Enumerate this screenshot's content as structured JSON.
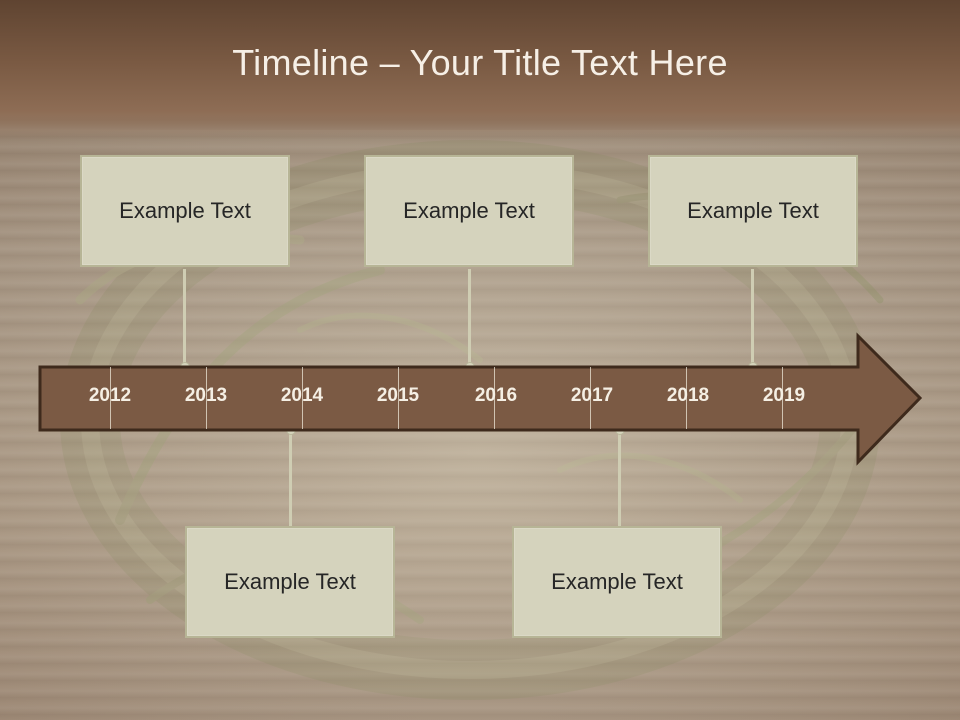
{
  "slide": {
    "title": "Timeline – Your Title Text Here"
  },
  "timeline": {
    "years": [
      "2012",
      "2013",
      "2014",
      "2015",
      "2016",
      "2017",
      "2018",
      "2019"
    ],
    "top_events": [
      {
        "label": "Example Text"
      },
      {
        "label": "Example Text"
      },
      {
        "label": "Example Text"
      }
    ],
    "bottom_events": [
      {
        "label": "Example Text"
      },
      {
        "label": "Example Text"
      }
    ]
  },
  "colors": {
    "header": "#7a5a43",
    "arrow_fill": "#7b5a44",
    "arrow_stroke": "#3e2a1c",
    "box_fill": "#d5d3bd",
    "box_border": "#b7b596",
    "title_text": "#f6efe6",
    "year_text": "#f5efe4"
  }
}
